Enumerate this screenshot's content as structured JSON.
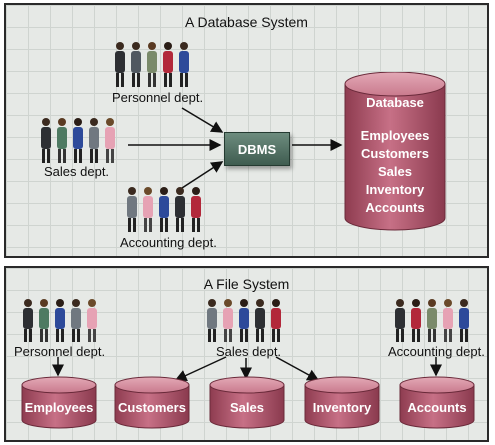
{
  "database_system": {
    "title": "A Database System",
    "groups": {
      "personnel": "Personnel dept.",
      "sales": "Sales dept.",
      "accounting": "Accounting dept."
    },
    "dbms_label": "DBMS",
    "database": {
      "title": "Database",
      "items": [
        "Employees",
        "Customers",
        "Sales",
        "Inventory",
        "Accounts"
      ]
    }
  },
  "file_system": {
    "title": "A File System",
    "groups": {
      "personnel": "Personnel dept.",
      "sales": "Sales dept.",
      "accounting": "Accounting dept."
    },
    "files": [
      "Employees",
      "Customers",
      "Sales",
      "Inventory",
      "Accounts"
    ]
  },
  "colors": {
    "cylinder": "#b85a6e",
    "cylinder_top": "#d48a9b",
    "dbms": "#4f6e60",
    "panel_bg": "#e6e9e6"
  }
}
